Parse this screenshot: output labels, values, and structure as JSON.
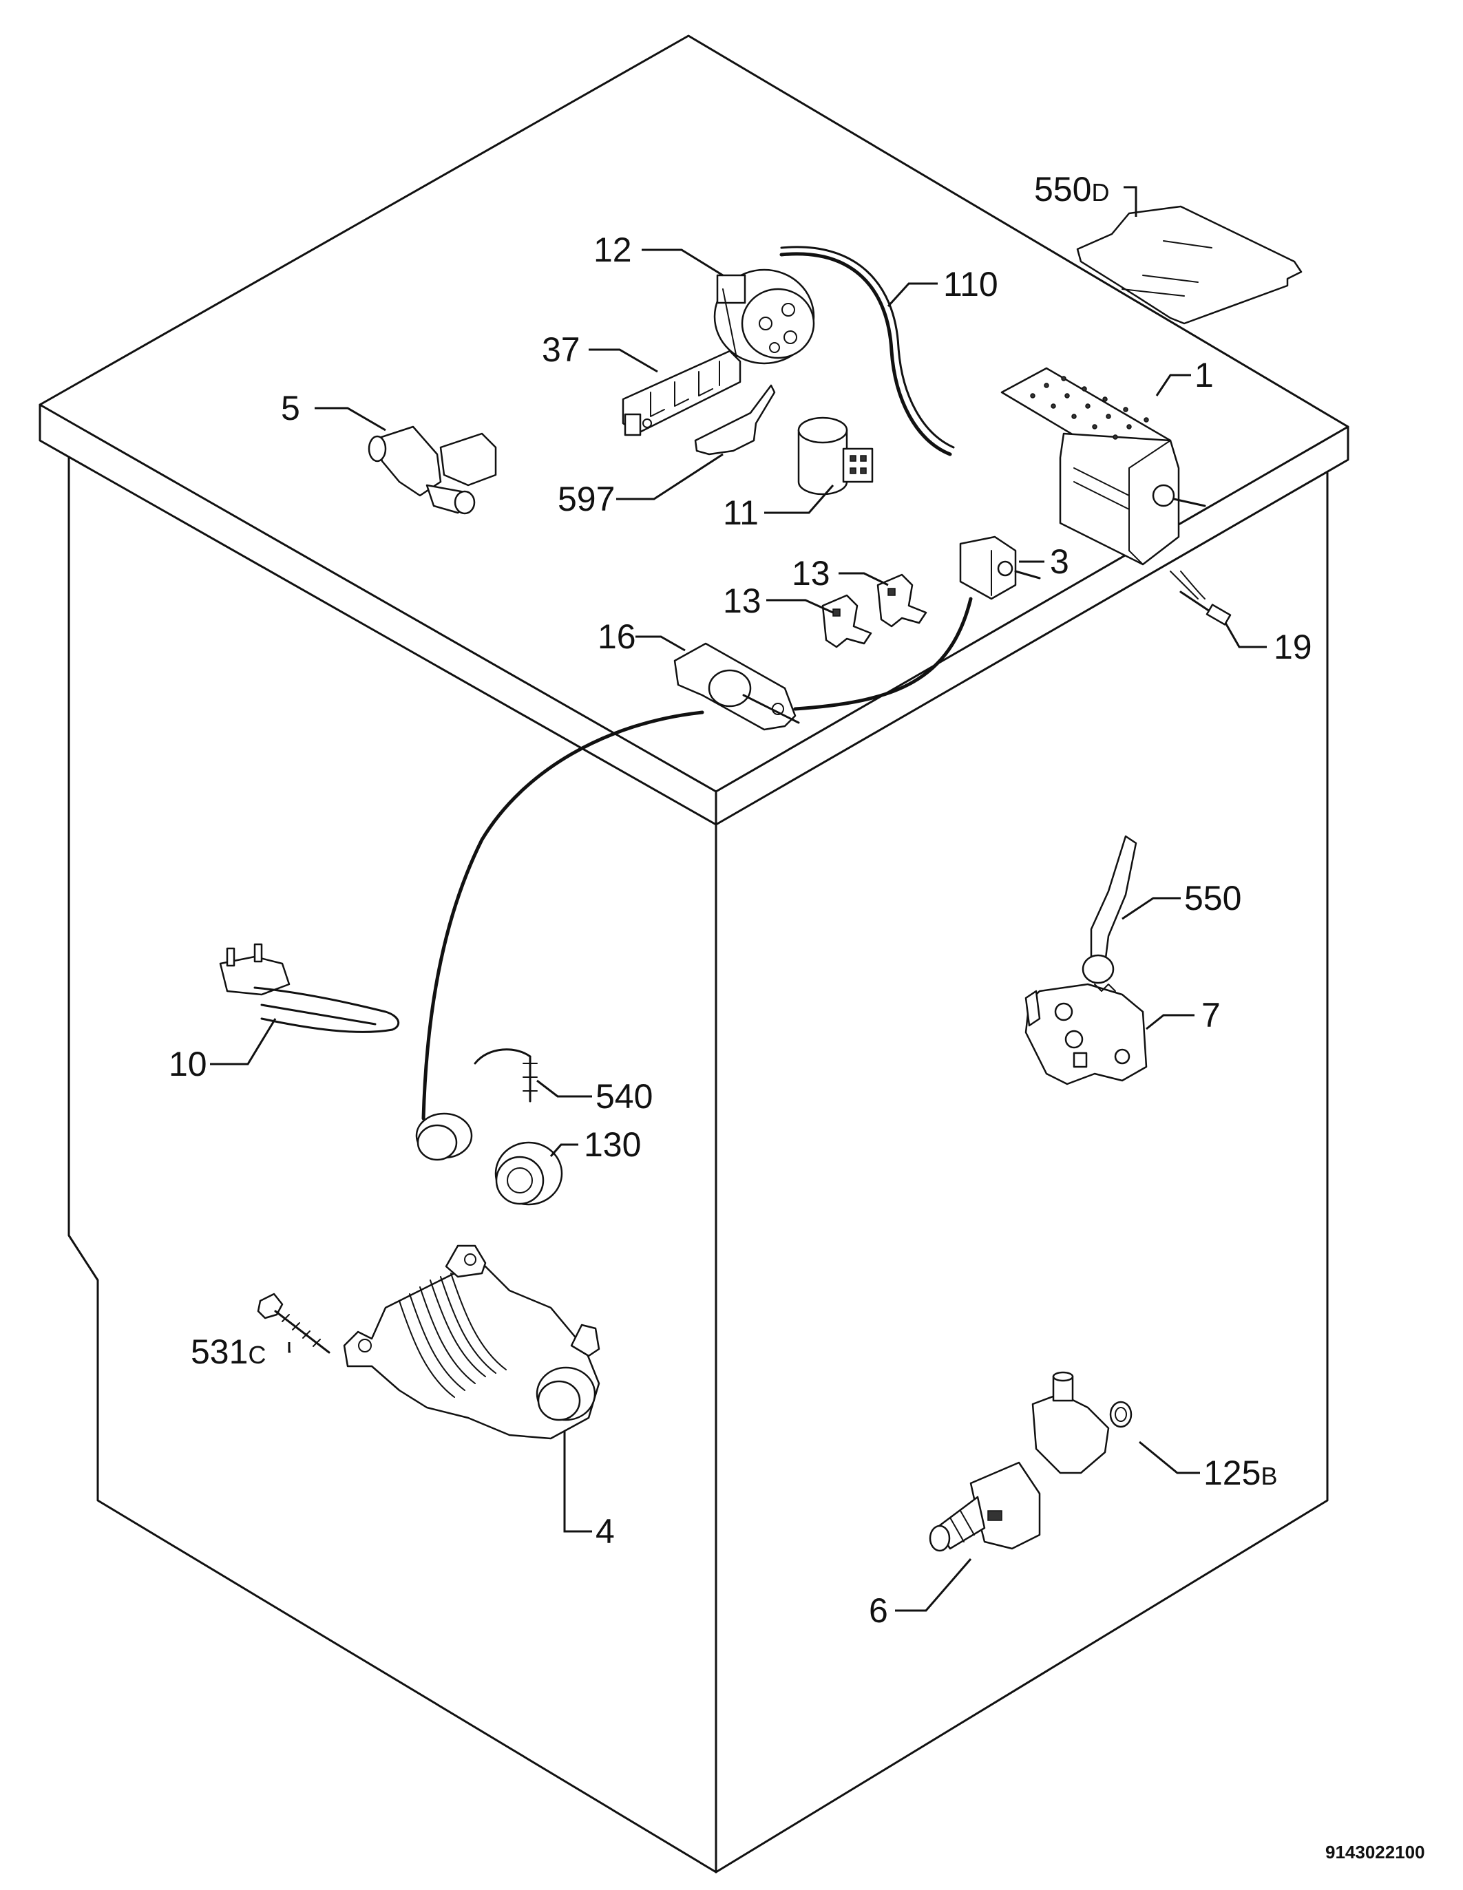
{
  "labels": {
    "l550d": "550",
    "l550d_suffix": "D",
    "l12": "12",
    "l110": "110",
    "l37": "37",
    "l1": "1",
    "l5": "5",
    "l597": "597",
    "l11": "11",
    "l13a": "13",
    "l13b": "13",
    "l3": "3",
    "l16": "16",
    "l19": "19",
    "l550": "550",
    "l7": "7",
    "l10": "10",
    "l540": "540",
    "l130": "130",
    "l531c": "531",
    "l531c_suffix": "C",
    "l4": "4",
    "l125b": "125",
    "l125b_suffix": "B",
    "l6": "6"
  },
  "document_number": "9143022100"
}
